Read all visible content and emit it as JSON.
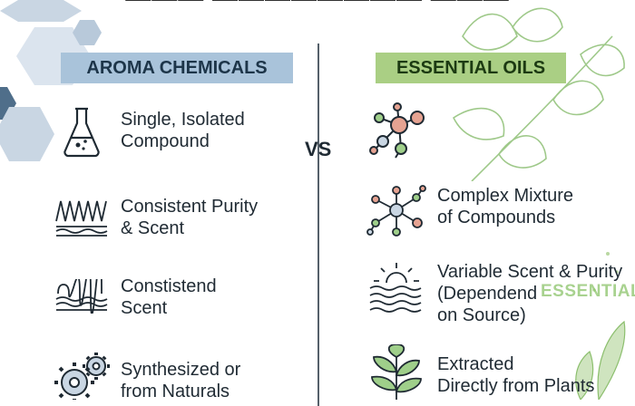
{
  "left_header": "AROMA CHEMICALS",
  "right_header": "ESSENTIAL OILS",
  "vs": "VS",
  "watermark": "ESSENTIAL",
  "left_items": [
    {
      "line1": "Single, Isolated",
      "line2": "Compound",
      "icon": "flask-icon"
    },
    {
      "line1": "Consistent Purity",
      "line2": "& Scent",
      "icon": "waveform-icon"
    },
    {
      "line1": "Constistend",
      "line2": "Scent",
      "icon": "wave-lines-icon"
    },
    {
      "line1": "Synthesized or",
      "line2": "from Naturals",
      "icon": "gears-icon"
    }
  ],
  "right_items": [
    {
      "line1": "Complex Mixture",
      "line2": "of Compounds",
      "icon": "molecule-network-icon"
    },
    {
      "line1": "Variable Scent & Purity",
      "line2": "(Dependend",
      "line3": "on Source)",
      "icon": "sun-waves-icon"
    },
    {
      "line1": "Extracted",
      "line2": "Directly from Plants",
      "icon": "leaf-plant-icon"
    }
  ],
  "colors": {
    "left_accent": "#a9c3da",
    "right_accent": "#aacf84",
    "hex_deco": "#c9d6e3",
    "leaf_deco": "#9fc98a"
  }
}
